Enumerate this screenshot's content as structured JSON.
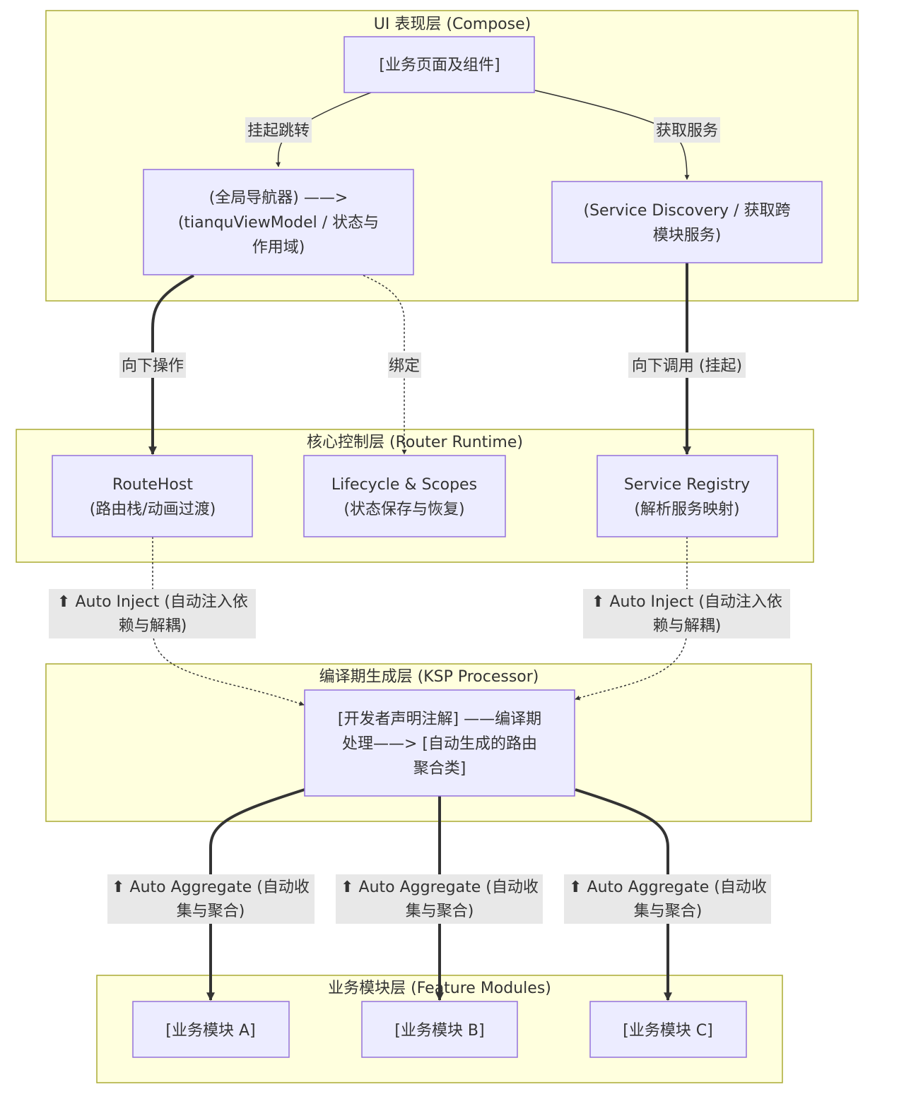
{
  "layers": [
    {
      "id": "ui",
      "title": "UI 表现层 (Compose)"
    },
    {
      "id": "core",
      "title": "核心控制层 (Router Runtime)"
    },
    {
      "id": "compile",
      "title": "编译期生成层 (KSP Processor)"
    },
    {
      "id": "feature",
      "title": "业务模块层 (Feature Modules)"
    }
  ],
  "nodes": [
    {
      "id": "pages",
      "lines": [
        "[业务页面及组件]"
      ]
    },
    {
      "id": "navigator",
      "lines": [
        "(全局导航器) ——>",
        "(tianquViewModel / 状态与",
        "作用域)"
      ]
    },
    {
      "id": "discovery",
      "lines": [
        "(Service Discovery / 获取跨",
        "模块服务)"
      ]
    },
    {
      "id": "routehost",
      "lines": [
        "RouteHost",
        "(路由栈/动画过渡)"
      ]
    },
    {
      "id": "lifecycle",
      "lines": [
        "Lifecycle & Scopes",
        "(状态保存与恢复)"
      ]
    },
    {
      "id": "registry",
      "lines": [
        "Service Registry",
        "(解析服务映射)"
      ]
    },
    {
      "id": "generator",
      "lines": [
        "[开发者声明注解] ——编译期",
        "处理——> [自动生成的路由",
        "聚合类]"
      ]
    },
    {
      "id": "moduleA",
      "lines": [
        "[业务模块 A]"
      ]
    },
    {
      "id": "moduleB",
      "lines": [
        "[业务模块 B]"
      ]
    },
    {
      "id": "moduleC",
      "lines": [
        "[业务模块 C]"
      ]
    }
  ],
  "edges": [
    {
      "id": "e1",
      "from": "pages",
      "to": "navigator",
      "style": "solid",
      "label": [
        "挂起跳转"
      ]
    },
    {
      "id": "e2",
      "from": "pages",
      "to": "discovery",
      "style": "solid",
      "label": [
        "获取服务"
      ]
    },
    {
      "id": "e3",
      "from": "navigator",
      "to": "routehost",
      "style": "thick",
      "label": [
        "向下操作"
      ]
    },
    {
      "id": "e4",
      "from": "navigator",
      "to": "lifecycle",
      "style": "dotted",
      "label": [
        "绑定"
      ]
    },
    {
      "id": "e5",
      "from": "discovery",
      "to": "registry",
      "style": "thick",
      "label": [
        "向下调用 (挂起)"
      ]
    },
    {
      "id": "e6",
      "from": "routehost",
      "to": "generator",
      "style": "dotted",
      "label": [
        "⬆ Auto Inject (自动注入依",
        "赖与解耦)"
      ]
    },
    {
      "id": "e7",
      "from": "registry",
      "to": "generator",
      "style": "dotted",
      "label": [
        "⬆ Auto Inject (自动注入依",
        "赖与解耦)"
      ]
    },
    {
      "id": "e8",
      "from": "generator",
      "to": "moduleA",
      "style": "thick",
      "label": [
        "⬆ Auto Aggregate (自动收",
        "集与聚合)"
      ]
    },
    {
      "id": "e9",
      "from": "generator",
      "to": "moduleB",
      "style": "thick",
      "label": [
        "⬆ Auto Aggregate (自动收",
        "集与聚合)"
      ]
    },
    {
      "id": "e10",
      "from": "generator",
      "to": "moduleC",
      "style": "thick",
      "label": [
        "⬆ Auto Aggregate (自动收",
        "集与聚合)"
      ]
    }
  ]
}
